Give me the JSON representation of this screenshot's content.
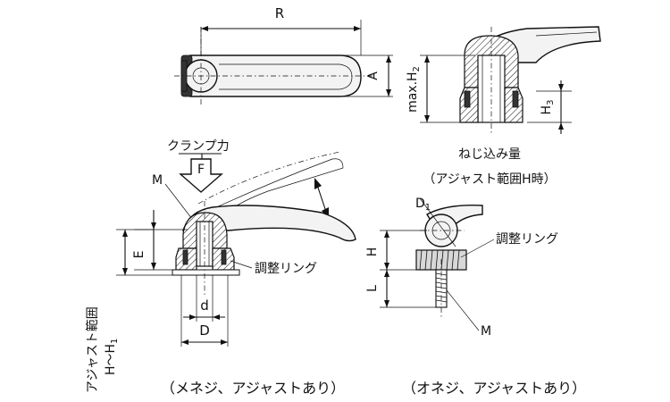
{
  "labels": {
    "R": "R",
    "A": "A",
    "max_h2": "max.H",
    "max_h2_sub": "2",
    "h3": "H",
    "h3_sub": "3",
    "thread_depth": "ねじ込み量",
    "thread_depth_note": "（アジャスト範囲H時）",
    "clamp_force": "クランプ力",
    "F": "F",
    "M_left": "M",
    "E": "E",
    "adjust_ring_left": "調整リング",
    "d": "d",
    "D": "D",
    "adjust_range": "アジャスト範囲",
    "h_range": "H～H",
    "h_range_sub": "1",
    "D1": "D",
    "D1_sub": "1",
    "adjust_ring_right": "調整リング",
    "H": "H",
    "L": "L",
    "M_right": "M",
    "caption_left": "（メネジ、アジャストあり）",
    "caption_right": "（オネジ、アジャストあり）"
  }
}
